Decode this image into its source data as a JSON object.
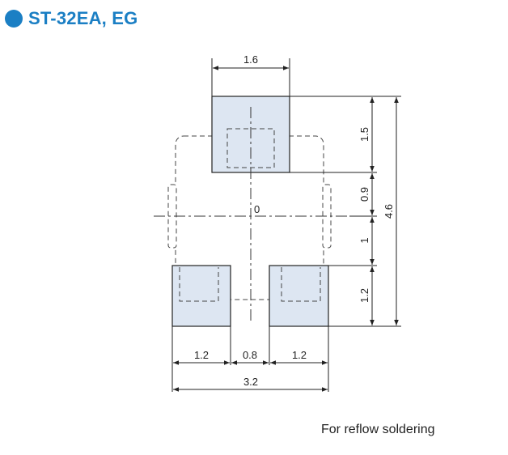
{
  "title": "ST-32EA, EG",
  "note": "For reflow soldering",
  "accent_color": "#1b7fc4",
  "pad_color": "#dde6f2",
  "origin_label": "0",
  "dimensions": {
    "top_pad_width": "1.6",
    "left_pad_width": "1.2",
    "gap_width": "0.8",
    "right_pad_width": "1.2",
    "total_width": "3.2",
    "top_pad_height": "1.5",
    "upper_gap": "0.9",
    "lower_gap": "1",
    "bottom_pad_height": "1.2",
    "total_height": "4.6"
  }
}
